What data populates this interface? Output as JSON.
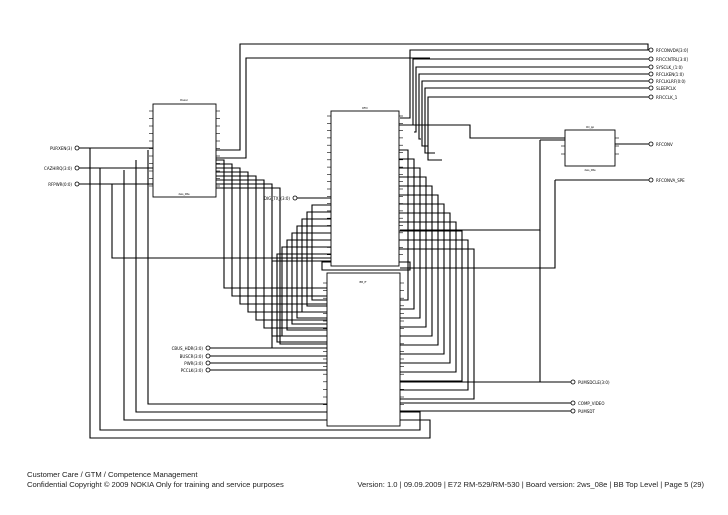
{
  "blocks": {
    "power": {
      "title": "Power",
      "sub": "2ws_08e"
    },
    "rfic": {
      "title": "RFIC",
      "sub": ""
    },
    "bb": {
      "title": "BB_IF",
      "sub": ""
    },
    "xo": {
      "title": "XO_pp",
      "sub": "2ws_08e"
    }
  },
  "ports": {
    "right": [
      "RFCONVDA[3:0]",
      "RFICCNTRL[3:0]",
      "SYSCLK_(1:0)",
      "RFCLKEN(1:0)",
      "RFCLKLRF(0:0)",
      "SLEEPCLK",
      "RFICCLK_1",
      "RFCONV",
      "RFCONVA_SPE",
      "PUMSDCLE(3:0)",
      "COMP_VIDEO",
      "PUMSDT"
    ],
    "left": [
      "PURXEN(3)",
      "CAZHIRQ(3:0)",
      "RFPWR(0:0)",
      "DIG_TX_(3:0)",
      "CBUS_HDR(3:0)",
      "BUSCR(3:0)",
      "PWR(3:0)",
      "PCCLK(3:0)"
    ]
  },
  "footer": {
    "line1": "Customer Care / GTM / Competence Management",
    "line2": "Confidential Copyright © 2009 NOKIA Only for training and service purposes",
    "right": "Version: 1.0  |  09.09.2009  |  E72 RM-529/RM-530  |   Board version: 2ws_08e  |   BB Top Level  |  Page 5 (29)"
  }
}
